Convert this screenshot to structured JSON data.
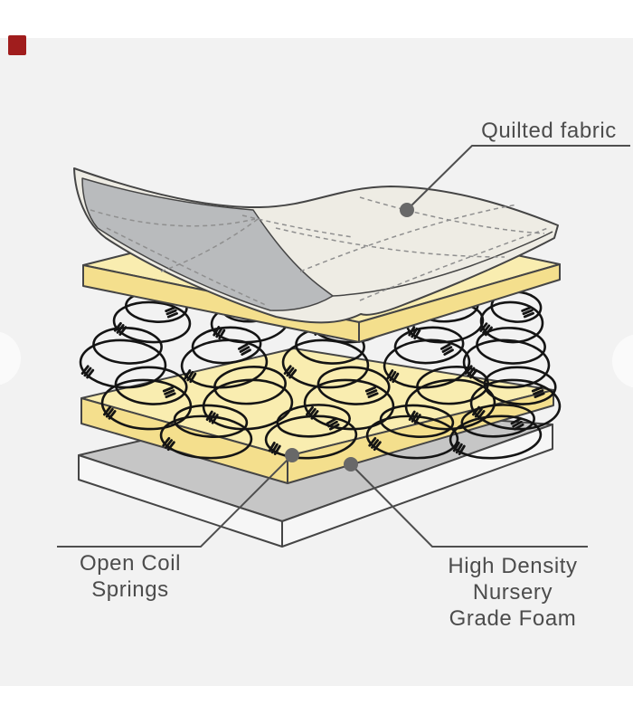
{
  "palette": {
    "background_grey": "#f2f2f2",
    "page_white": "#ffffff",
    "quilt_top": "#eeece4",
    "quilt_underside": "#b9bbbd",
    "foam_yellow_top": "#f9edb0",
    "foam_yellow_side": "#f4df8d",
    "base_grey_top": "#c6c6c6",
    "base_white_side": "#f6f6f6",
    "outline": "#454545",
    "quilting_dash": "#8f8f8f",
    "spring_black": "#141414",
    "leader_line": "#4f4f4f",
    "callout_dot": "#686868",
    "label_text": "#4c4c4c",
    "swatch_red": "#a01d1d",
    "edge_bump": "#fafafa"
  },
  "labels": {
    "quilted_fabric": "Quilted fabric",
    "open_coil_springs": "Open Coil\nSprings",
    "high_density_foam": "High Density\nNursery\nGrade Foam"
  },
  "diagram": {
    "type": "exploded-mattress-layers",
    "parts_top_to_bottom": [
      "Quilted fabric",
      "Foam layer",
      "Open Coil Springs",
      "High Density Nursery Grade Foam",
      "Base layer"
    ]
  }
}
